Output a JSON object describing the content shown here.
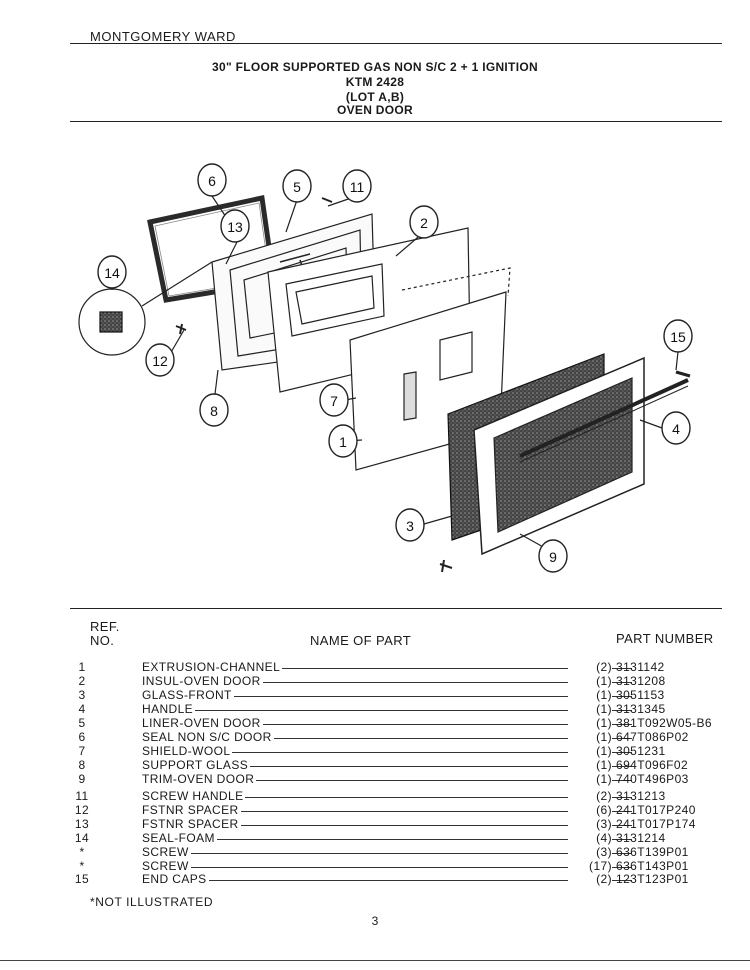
{
  "header": {
    "brand": "MONTGOMERY WARD",
    "title_lines": [
      "30\" FLOOR SUPPORTED GAS NON S/C 2 + 1 IGNITION",
      "KTM 2428",
      "(LOT A,B)",
      "OVEN DOOR"
    ]
  },
  "diagram": {
    "callouts": [
      "1",
      "2",
      "3",
      "4",
      "5",
      "6",
      "7",
      "8",
      "9",
      "11",
      "12",
      "13",
      "14",
      "15"
    ]
  },
  "table": {
    "col_ref_line1": "REF.",
    "col_ref_line2": "NO.",
    "col_name": "NAME OF PART",
    "col_part": "PART NUMBER",
    "rows": [
      {
        "ref": "1",
        "name": "EXTRUSION-CHANNEL",
        "qty": "(2)",
        "part": "3131142"
      },
      {
        "ref": "2",
        "name": "INSUL-OVEN DOOR",
        "qty": "(1)",
        "part": "3131208"
      },
      {
        "ref": "3",
        "name": "GLASS-FRONT",
        "qty": "(1)",
        "part": "3051153"
      },
      {
        "ref": "4",
        "name": "HANDLE",
        "qty": "(1)",
        "part": "3131345"
      },
      {
        "ref": "5",
        "name": "LINER-OVEN DOOR",
        "qty": "(1)",
        "part": "381T092W05-B6"
      },
      {
        "ref": "6",
        "name": "SEAL NON S/C DOOR",
        "qty": "(1)",
        "part": "647T086P02"
      },
      {
        "ref": "7",
        "name": "SHIELD-WOOL",
        "qty": "(1)",
        "part": "3051231"
      },
      {
        "ref": "8",
        "name": "SUPPORT GLASS",
        "qty": "(1)",
        "part": "694T096F02"
      },
      {
        "ref": "9",
        "name": "TRIM-OVEN DOOR",
        "qty": "(1)",
        "part": "740T496P03"
      },
      {
        "ref": "11",
        "name": "SCREW HANDLE",
        "qty": "(2)",
        "part": "3131213"
      },
      {
        "ref": "12",
        "name": "FSTNR SPACER",
        "qty": "(6)",
        "part": "241T017P240"
      },
      {
        "ref": "13",
        "name": "FSTNR SPACER",
        "qty": "(3)",
        "part": "241T017P174"
      },
      {
        "ref": "14",
        "name": "SEAL-FOAM",
        "qty": "(4)",
        "part": "3131214"
      },
      {
        "ref": "*",
        "name": "SCREW",
        "qty": "(3)",
        "part": "636T139P01"
      },
      {
        "ref": "*",
        "name": "SCREW",
        "qty": "(17)",
        "part": "636T143P01"
      },
      {
        "ref": "15",
        "name": "END CAPS",
        "qty": "(2)",
        "part": "123T123P01"
      }
    ]
  },
  "footnote": "*NOT ILLUSTRATED",
  "page_number": "3"
}
